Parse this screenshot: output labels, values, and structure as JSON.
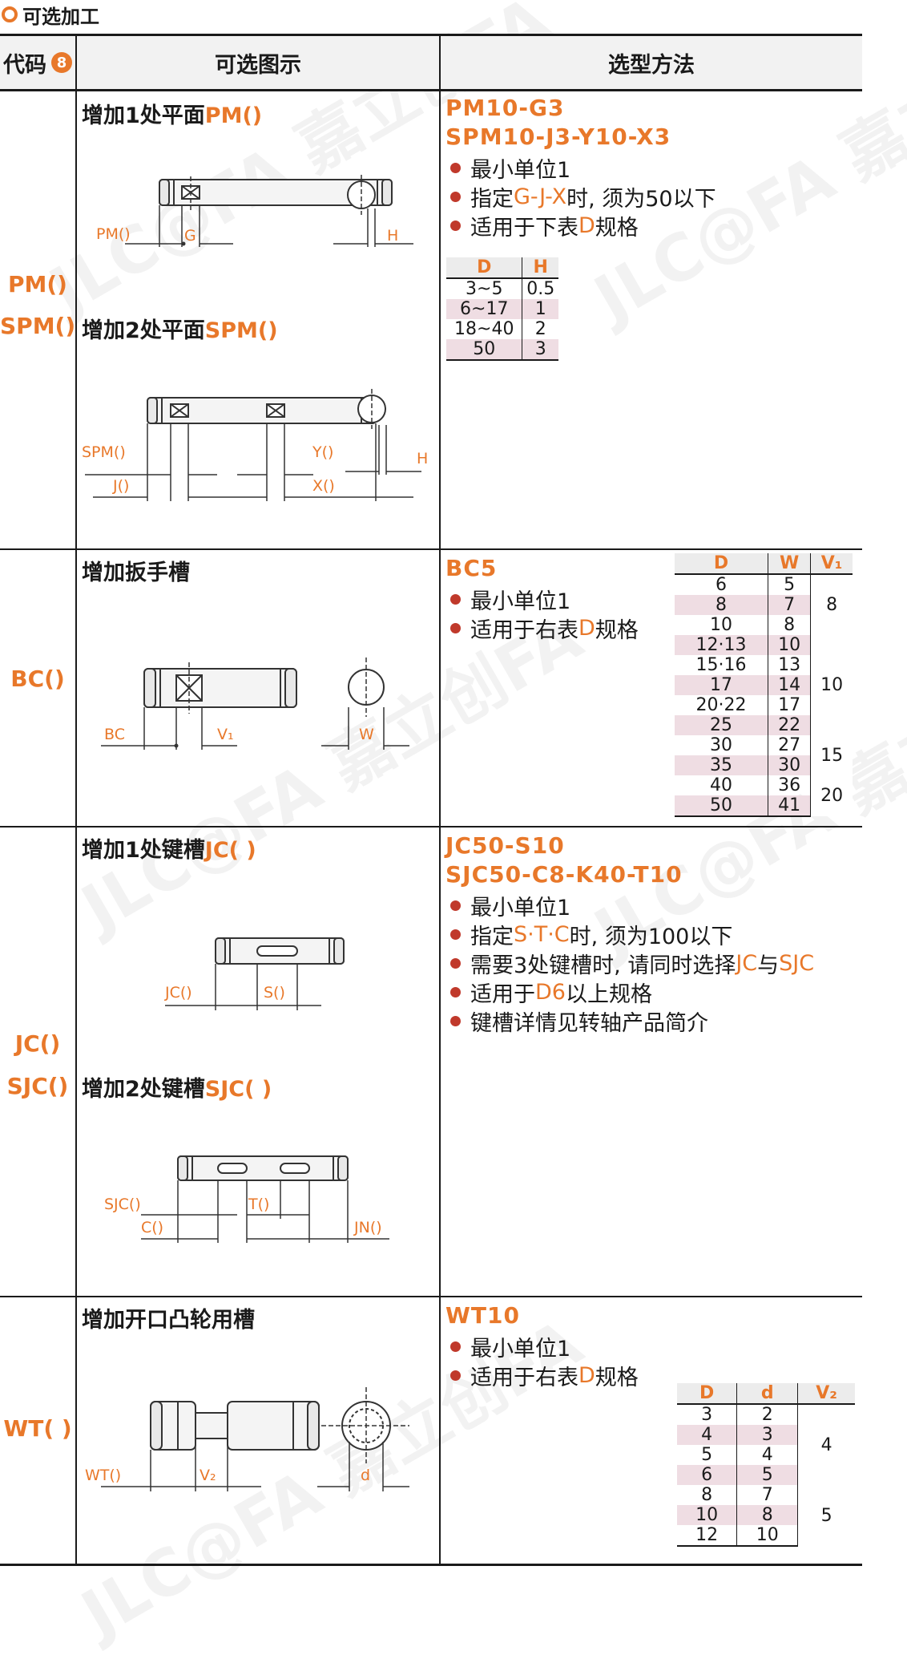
{
  "section_title": "可选加工",
  "header": {
    "code": "代码",
    "badge": "8",
    "figure": "可选图示",
    "method": "选型方法"
  },
  "rows": {
    "pm": {
      "code1": "PM()",
      "code2": "SPM()",
      "sub1_a": "增加1处平面",
      "sub1_b": "PM()",
      "sub2_a": "增加2处平面",
      "sub2_b": "SPM()",
      "ord1": "PM10-G3",
      "ord2": "SPM10-J3-Y10-X3",
      "b1": "最小单位1",
      "b2_a": "指定",
      "b2_b": "G-J-X",
      "b2_c": "时, 须为50以下",
      "b3_a": "适用于下表",
      "b3_b": "D",
      "b3_c": "规格",
      "labels": {
        "pm": "PM()",
        "g": "G",
        "h": "H",
        "spm": "SPM()",
        "j": "J()",
        "y": "Y()",
        "x": "X()",
        "h2": "H"
      },
      "table": {
        "headers": [
          "D",
          "H"
        ],
        "rows": [
          [
            "3~5",
            "0.5"
          ],
          [
            "6~17",
            "1"
          ],
          [
            "18~40",
            "2"
          ],
          [
            "50",
            "3"
          ]
        ]
      }
    },
    "bc": {
      "code": "BC()",
      "sub": "增加扳手槽",
      "ord": "BC5",
      "b1": "最小单位1",
      "b2_a": "适用于右表",
      "b2_b": "D",
      "b2_c": "规格",
      "labels": {
        "bc": "BC",
        "v1": "V₁",
        "w": "W"
      },
      "table": {
        "headers": [
          "D",
          "W",
          "V₁"
        ],
        "rows": [
          [
            "6",
            "5"
          ],
          [
            "8",
            "7"
          ],
          [
            "10",
            "8"
          ],
          [
            "12·13",
            "10"
          ],
          [
            "15·16",
            "13"
          ],
          [
            "17",
            "14"
          ],
          [
            "20·22",
            "17"
          ],
          [
            "25",
            "22"
          ],
          [
            "30",
            "27"
          ],
          [
            "35",
            "30"
          ],
          [
            "40",
            "36"
          ],
          [
            "50",
            "41"
          ]
        ],
        "v_groups": [
          "8",
          "10",
          "15",
          "20"
        ]
      }
    },
    "jc": {
      "code1": "JC()",
      "code2": "SJC()",
      "sub1_a": "增加1处键槽",
      "sub1_b": "JC( )",
      "sub2_a": "增加2处键槽",
      "sub2_b": "SJC( )",
      "ord1": "JC50-S10",
      "ord2": "SJC50-C8-K40-T10",
      "b1": "最小单位1",
      "b2_a": "指定",
      "b2_b": "S·T·C",
      "b2_c": "时, 须为100以下",
      "b3_a": "需要3处键槽时, 请同时选择",
      "b3_b": "JC",
      "b3_c": "与",
      "b3_d": "SJC",
      "b4_a": "适用于",
      "b4_b": "D6",
      "b4_c": "以上规格",
      "b5": "键槽详情见转轴产品简介",
      "labels": {
        "jc": "JC()",
        "s": "S()",
        "sjc": "SJC()",
        "c": "C()",
        "t": "T()",
        "jn": "JN()"
      }
    },
    "wt": {
      "code": "WT( )",
      "sub": "增加开口凸轮用槽",
      "ord": "WT10",
      "b1": "最小单位1",
      "b2_a": "适用于右表",
      "b2_b": "D",
      "b2_c": "规格",
      "labels": {
        "wt": "WT()",
        "v2": "V₂",
        "d": "d"
      },
      "table": {
        "headers": [
          "D",
          "d",
          "V₂"
        ],
        "rows": [
          [
            "3",
            "2"
          ],
          [
            "4",
            "3"
          ],
          [
            "5",
            "4"
          ],
          [
            "6",
            "5"
          ],
          [
            "8",
            "7"
          ],
          [
            "10",
            "8"
          ],
          [
            "12",
            "10"
          ]
        ],
        "v_groups": [
          "4",
          "5"
        ]
      }
    }
  },
  "watermark": "JLC@FA 嘉立创FA"
}
